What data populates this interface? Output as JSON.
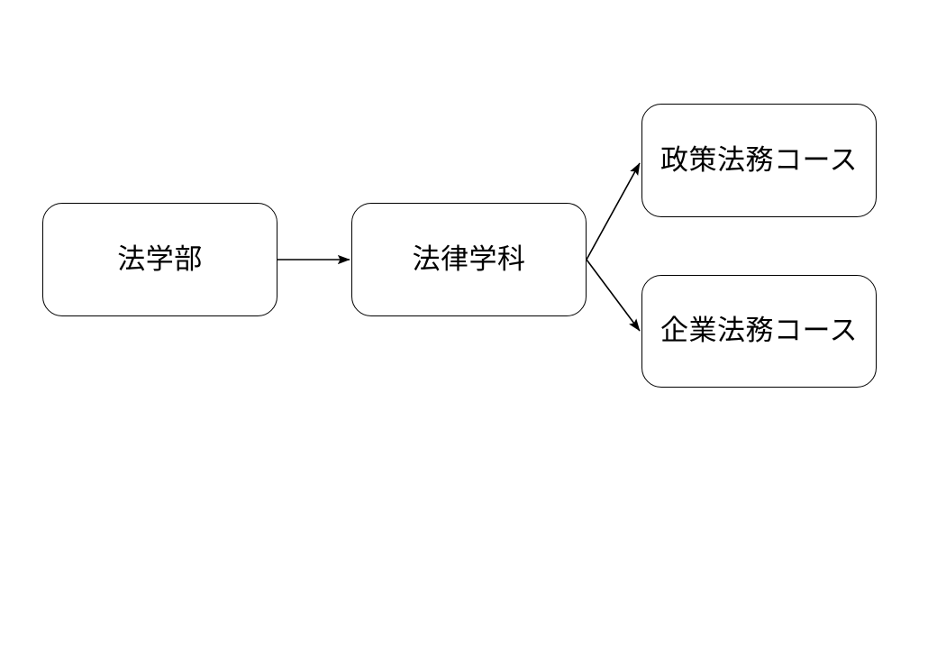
{
  "diagram": {
    "type": "flowchart",
    "orientation": "left-to-right",
    "background_color": "#ffffff",
    "line_color": "#000000",
    "text_color": "#000000",
    "nodes": [
      {
        "id": "faculty",
        "label": "法学部",
        "shape": "rounded-rectangle",
        "level": 1
      },
      {
        "id": "dept",
        "label": "法律学科",
        "shape": "rounded-rectangle",
        "level": 2
      },
      {
        "id": "course_policy",
        "label": "政策法務コース",
        "shape": "rounded-rectangle",
        "level": 3
      },
      {
        "id": "course_corporate",
        "label": "企業法務コース",
        "shape": "rounded-rectangle",
        "level": 3
      }
    ],
    "edges": [
      {
        "id": "edge-faculty-dept",
        "from": "faculty",
        "to": "dept",
        "style": "straight-arrow"
      },
      {
        "id": "edge-dept-policy",
        "from": "dept",
        "to": "course_policy",
        "style": "diagonal-arrow"
      },
      {
        "id": "edge-dept-corporate",
        "from": "dept",
        "to": "course_corporate",
        "style": "diagonal-arrow"
      }
    ]
  }
}
